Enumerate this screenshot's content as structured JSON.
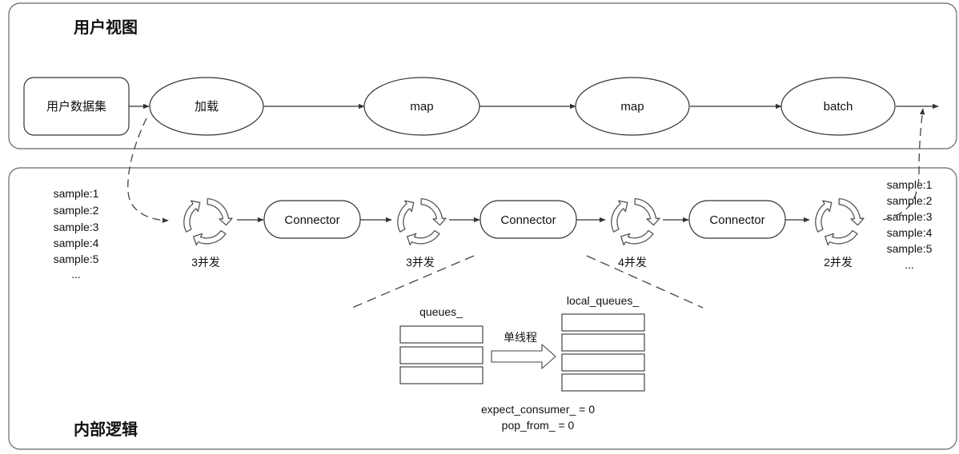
{
  "user_view": {
    "title": "用户视图",
    "dataset_label": "用户数据集",
    "nodes": [
      "加载",
      "map",
      "map",
      "batch"
    ]
  },
  "internal_logic": {
    "title": "内部逻辑",
    "connector_label": "Connector",
    "concurrency": [
      "3并发",
      "3并发",
      "4并发",
      "2并发"
    ],
    "input_samples": [
      "sample:1",
      "sample:2",
      "sample:3",
      "sample:4",
      "sample:5",
      "..."
    ],
    "output_samples": [
      "sample:1",
      "sample:2",
      "sample:3",
      "sample:4",
      "sample:5",
      "..."
    ],
    "detail": {
      "queues_label": "queues_",
      "local_queues_label": "local_queues_",
      "single_thread_label": "单线程",
      "expect_consumer": "expect_consumer_ = 0",
      "pop_from": "pop_from_ = 0"
    }
  },
  "colors": {
    "stroke": "#333333",
    "text": "#111111"
  }
}
